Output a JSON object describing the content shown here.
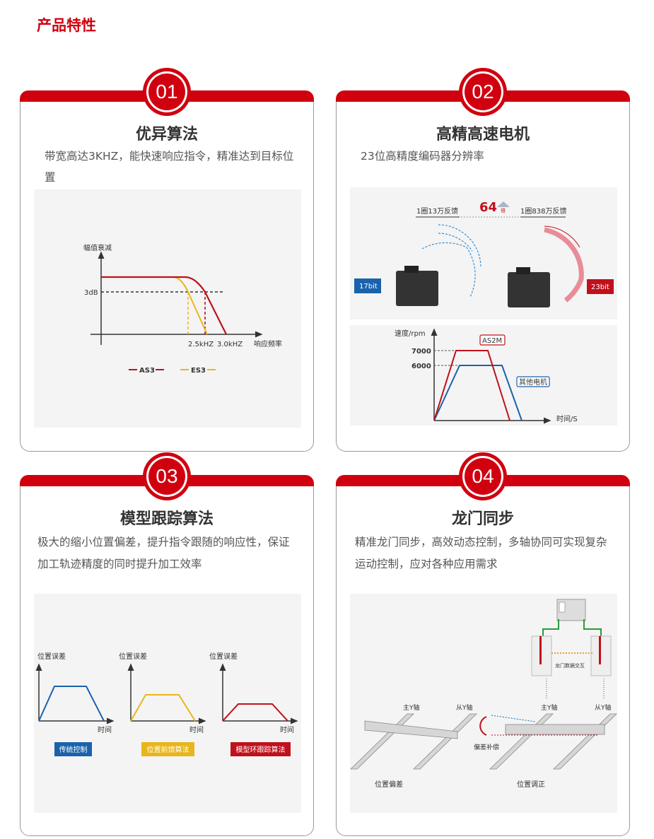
{
  "page_title": "产品特性",
  "colors": {
    "brand_red": "#d0000f",
    "blue": "#1a62ab",
    "yellow": "#e8b61b",
    "green": "#2b9a3a"
  },
  "cards": [
    {
      "number": "01",
      "title": "优异算法",
      "desc": "带宽高达3KHZ，能快速响应指令，精准达到目标位置",
      "figure": {
        "y_label": "幅值衰减",
        "x_label": "响应频率",
        "threshold_label": "3dB",
        "tick_1": "2.5kHZ",
        "tick_2": "3.0kHZ",
        "legend_as3": "AS3",
        "legend_es3": "ES3"
      }
    },
    {
      "number": "02",
      "title": "高精高速电机",
      "desc": "23位高精度编码器分辨率",
      "figure": {
        "left_label": "1圈13万反馈",
        "right_label": "1圈838万反馈",
        "multiple": "64",
        "multiple_unit": "倍",
        "left_bits": "17bit",
        "right_bits": "23bit",
        "speed_chart": {
          "y_label": "速度/rpm",
          "x_label": "时间/S",
          "tick_7000": "7000",
          "tick_6000": "6000",
          "series_a": "AS2M",
          "series_b": "其他电机"
        }
      }
    },
    {
      "number": "03",
      "title": "模型跟踪算法",
      "desc": "极大的缩小位置偏差，提升指令跟随的响应性，保证加工轨迹精度的同时提升加工效率",
      "figure": {
        "y_label": "位置误差",
        "x_label": "时间",
        "methods": [
          "传统控制",
          "位置前馈算法",
          "模型环跟踪算法"
        ]
      }
    },
    {
      "number": "04",
      "title": "龙门同步",
      "desc": "精准龙门同步，高效动态控制，多轴协同可实现复杂运动控制，应对各种应用需求",
      "figure": {
        "master_axis": "主Y轴",
        "slave_axis": "从Y轴",
        "data_exchange": "龙门数据交互",
        "compensation": "偏差补偿",
        "before": "位置偏差",
        "after": "位置调正"
      }
    }
  ]
}
